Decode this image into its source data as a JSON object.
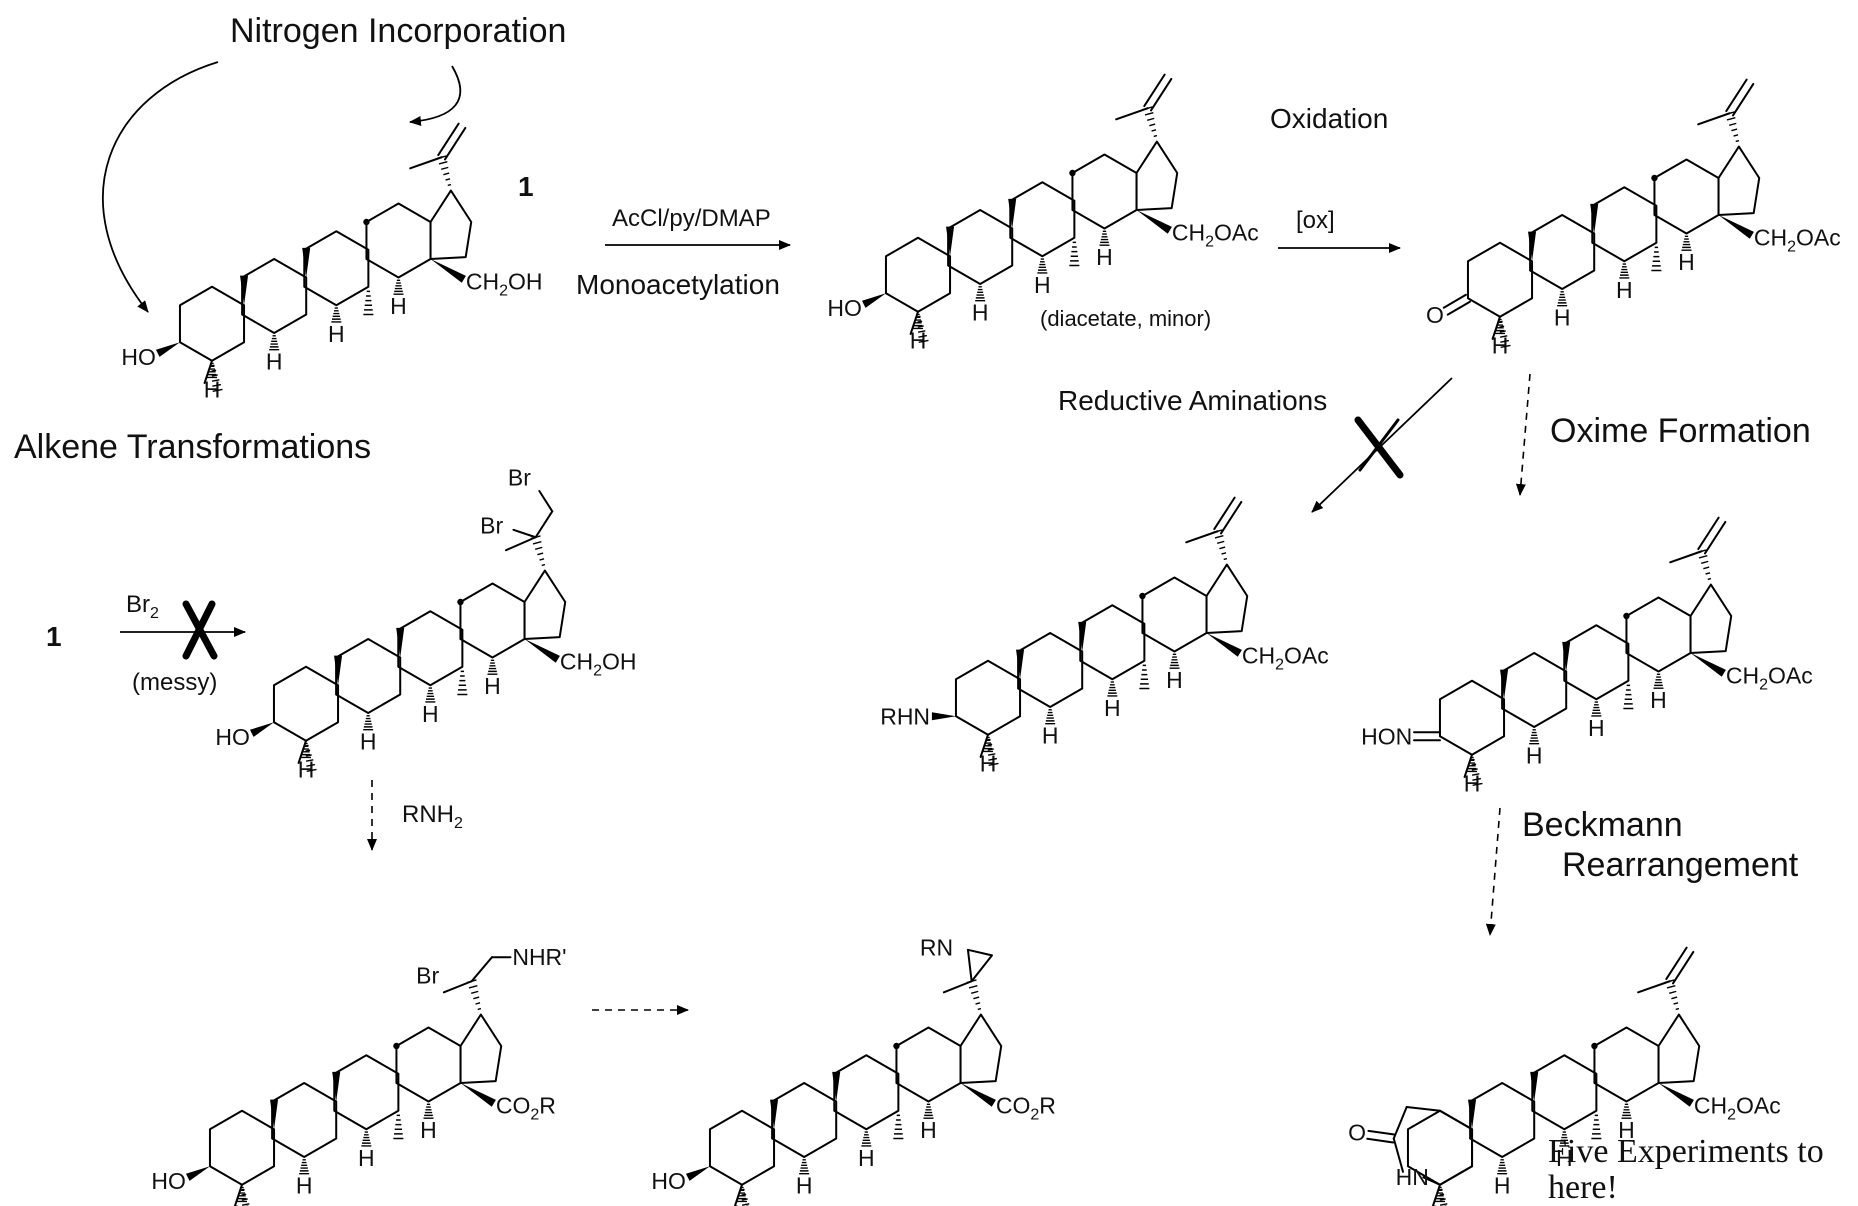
{
  "headings": {
    "nitrogen": "Nitrogen Incorporation",
    "oxidation": "Oxidation",
    "reductive": "Reductive Aminations",
    "oxime": "Oxime Formation",
    "alkene": "Alkene Transformations",
    "beckmann_1": "Beckmann",
    "beckmann_2": "Rearrangement",
    "note_1": "Five Experiments to",
    "note_2": "here!"
  },
  "reagents": {
    "acetylation": "AcCl/py/DMAP",
    "acetylation_sub": "Monoacetylation",
    "ox": "[ox]",
    "br2": "Br",
    "br2_sub": "2",
    "messy": "(messy)",
    "rnh2": "RNH",
    "rnh2_sub": "2",
    "diacetate": "(diacetate, minor)"
  },
  "compound_number": "1",
  "atoms": {
    "ho": "HO",
    "o": "O",
    "hon": "HON",
    "rhn": "RHN",
    "hn": "HN",
    "h": "H",
    "ch2": "CH",
    "ch2_sub": "2",
    "oh": "OH",
    "oac": "OAc",
    "co": "CO",
    "co_sub": "2",
    "r": "R",
    "br": "Br",
    "nhr": "NHR'",
    "rn": "RN"
  }
}
